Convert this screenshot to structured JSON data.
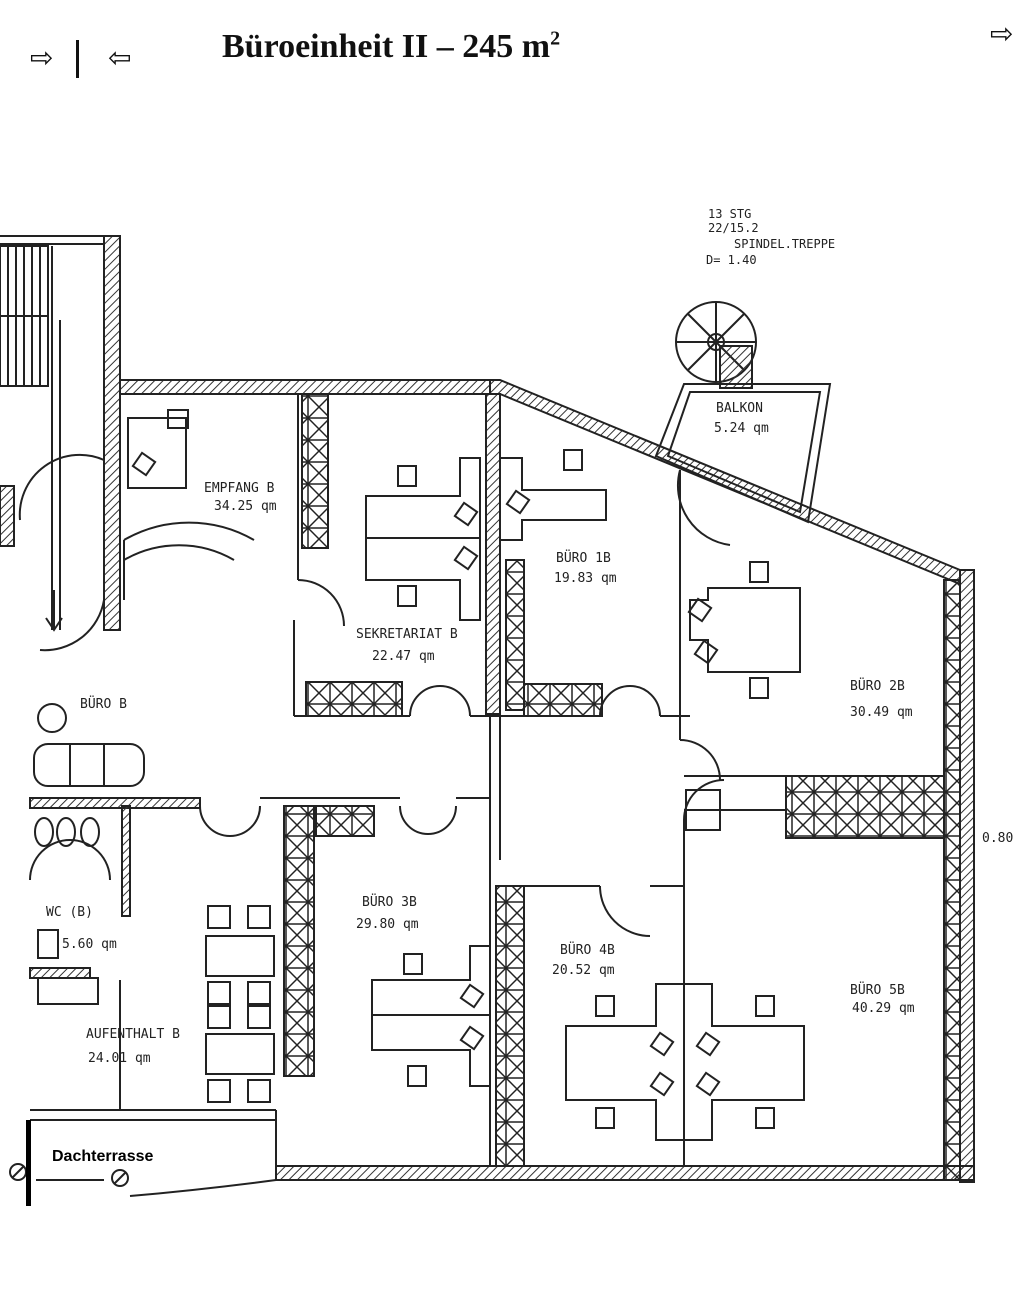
{
  "header": {
    "title": "Büroeinheit II – 245 m",
    "title_sup": "2",
    "arrow_right_left": "⇨",
    "arrow_left": "⇦",
    "arrow_right_far": "⇨"
  },
  "stair_note": {
    "line1": "13 STG",
    "line2": "22/15.2",
    "line3": "SPINDEL.TREPPE",
    "line4": "D= 1.40"
  },
  "rooms": {
    "balkon": {
      "name": "BALKON",
      "area": "5.24 qm"
    },
    "empfang": {
      "name": "EMPFANG B",
      "area": "34.25 qm"
    },
    "sekretariat": {
      "name": "SEKRETARIAT B",
      "area": "22.47 qm"
    },
    "buero1": {
      "name": "BÜRO 1B",
      "area": "19.83 qm"
    },
    "buero2": {
      "name": "BÜRO 2B",
      "area": "30.49 qm"
    },
    "buero_b": {
      "name": "BÜRO B"
    },
    "buero3": {
      "name": "BÜRO 3B",
      "area": "29.80 qm"
    },
    "buero4": {
      "name": "BÜRO 4B",
      "area": "20.52 qm"
    },
    "buero5": {
      "name": "BÜRO 5B",
      "area": "40.29 qm"
    },
    "wc": {
      "name": "WC (B)",
      "area": "5.60 qm"
    },
    "aufenthalt": {
      "name": "AUFENTHALT B",
      "area": "24.01 qm"
    },
    "side_value": "0.80"
  },
  "dachterrasse": "Dachterrasse",
  "colors": {
    "ink": "#222222",
    "background": "#ffffff"
  }
}
